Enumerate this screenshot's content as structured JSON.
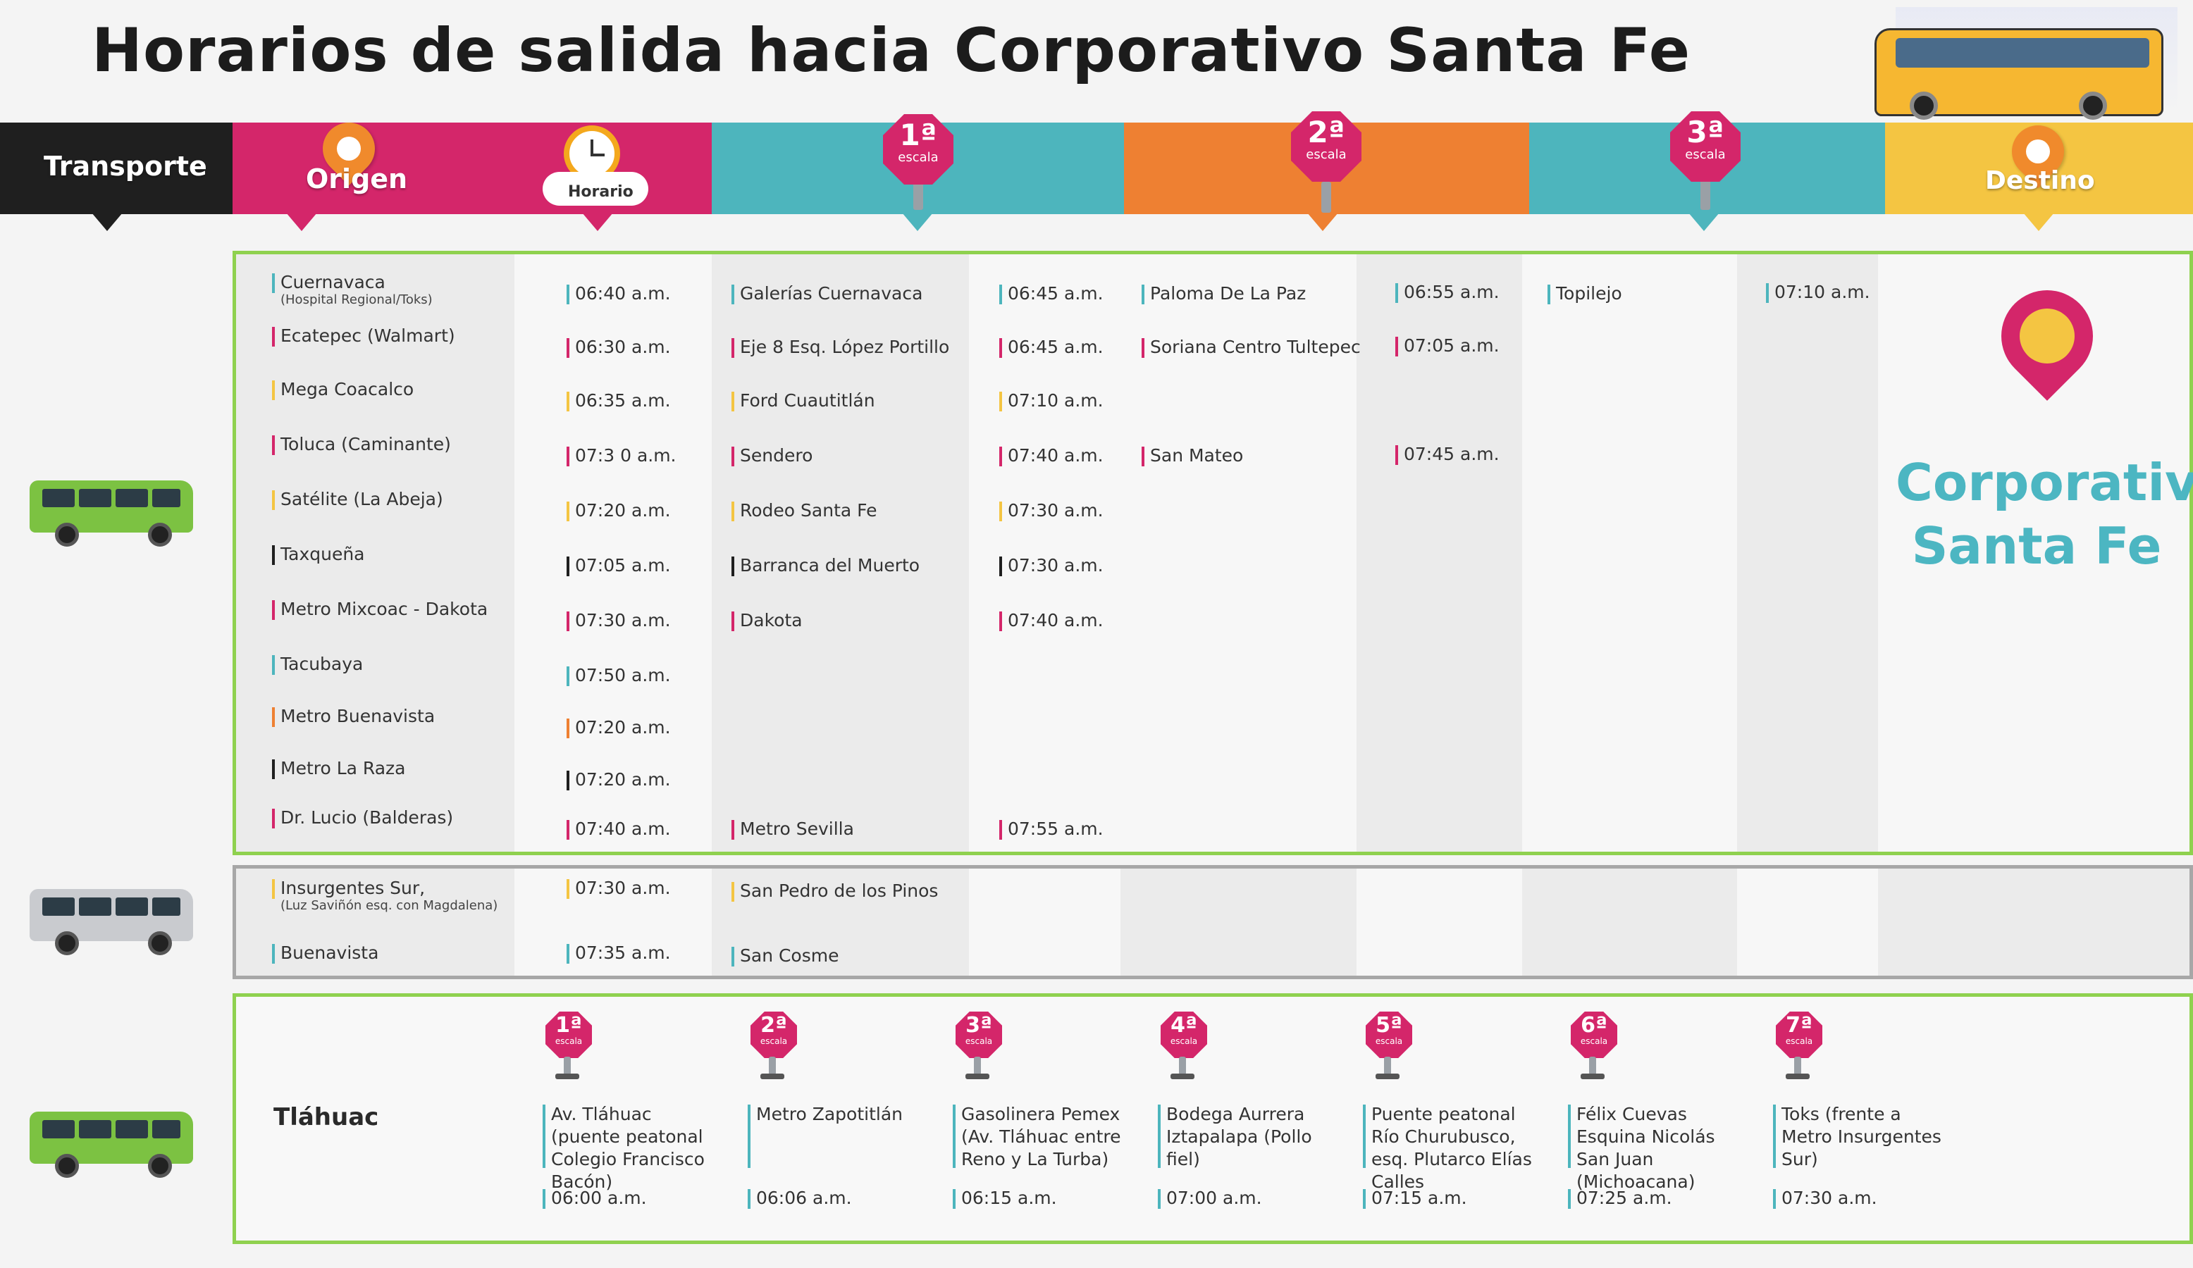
{
  "title": "Horarios de salida hacia Corporativo Santa Fe",
  "colors": {
    "magenta": "#d4266a",
    "teal": "#4db5bd",
    "orange": "#ee8032",
    "yellow": "#f4c542",
    "black": "#1f1f1f",
    "green": "#8fd14f",
    "gray": "#a7a7a7"
  },
  "header": {
    "transporte": "Transporte",
    "origen": "Origen",
    "horario": "Horario",
    "escala1": {
      "num": "1ª",
      "word": "escala"
    },
    "escala2": {
      "num": "2ª",
      "word": "escala"
    },
    "escala3": {
      "num": "3ª",
      "word": "escala"
    },
    "destino": "Destino"
  },
  "destination": {
    "line1": "Corporativo",
    "line2": "Santa Fe"
  },
  "green_routes": [
    {
      "origin": "Cuernavaca",
      "origin_sub": "(Hospital Regional/Toks)",
      "time": "06:40 a.m.",
      "s1": "Galerías Cuernavaca",
      "s1_time": "06:45 a.m.",
      "s2": "Paloma De La Paz",
      "s2_time": "06:55 a.m.",
      "s3": "Topilejo",
      "s3_time": "07:10 a.m.",
      "bar": "#4db5bd"
    },
    {
      "origin": "Ecatepec (Walmart)",
      "time": "06:30 a.m.",
      "s1": "Eje 8 Esq. López Portillo",
      "s1_time": "06:45 a.m.",
      "s2": "Soriana Centro Tultepec",
      "s2_time": "07:05 a.m.",
      "bar": "#d4266a"
    },
    {
      "origin": "Mega Coacalco",
      "time": "06:35 a.m.",
      "s1": "Ford Cuautitlán",
      "s1_time": "07:10 a.m.",
      "bar": "#f4c542"
    },
    {
      "origin": "Toluca (Caminante)",
      "time": "07:3 0 a.m.",
      "s1": "Sendero",
      "s1_time": "07:40 a.m.",
      "s2": "San Mateo",
      "s2_time": "07:45 a.m.",
      "bar": "#d4266a"
    },
    {
      "origin": "Satélite (La Abeja)",
      "time": "07:20 a.m.",
      "s1": "Rodeo Santa Fe",
      "s1_time": "07:30 a.m.",
      "bar": "#f4c542"
    },
    {
      "origin": "Taxqueña",
      "time": "07:05 a.m.",
      "s1": "Barranca del Muerto",
      "s1_time": "07:30 a.m.",
      "bar": "#1f1f1f"
    },
    {
      "origin": "Metro Mixcoac - Dakota",
      "time": "07:30 a.m.",
      "s1": "Dakota",
      "s1_time": "07:40 a.m.",
      "bar": "#d4266a"
    },
    {
      "origin": "Tacubaya",
      "time": "07:50 a.m.",
      "bar": "#4db5bd"
    },
    {
      "origin": "Metro Buenavista",
      "time": "07:20 a.m.",
      "bar": "#ee8032"
    },
    {
      "origin": "Metro La Raza",
      "time": "07:20 a.m.",
      "bar": "#1f1f1f"
    },
    {
      "origin": "Dr. Lucio (Balderas)",
      "time": "07:40 a.m.",
      "s1": "Metro Sevilla",
      "s1_time": "07:55 a.m.",
      "bar": "#d4266a"
    }
  ],
  "gray_routes": [
    {
      "origin": "Insurgentes Sur,",
      "origin_sub": "(Luz Saviñón esq. con Magdalena)",
      "time": "07:30 a.m.",
      "s1": "San Pedro de los Pinos",
      "bar": "#f4c542"
    },
    {
      "origin": "Buenavista",
      "time": "07:35 a.m.",
      "s1": "San Cosme",
      "bar": "#4db5bd"
    }
  ],
  "tlahuac": {
    "label": "Tláhuac",
    "stops": [
      {
        "num": "1ª",
        "word": "escala",
        "name": "Av. Tláhuac (puente peatonal Colegio Francisco Bacón)",
        "time": "06:00 a.m."
      },
      {
        "num": "2ª",
        "word": "escala",
        "name": "Metro Zapotitlán",
        "time": "06:06 a.m."
      },
      {
        "num": "3ª",
        "word": "escala",
        "name": "Gasolinera Pemex (Av. Tláhuac entre Reno y La Turba)",
        "time": "06:15 a.m."
      },
      {
        "num": "4ª",
        "word": "escala",
        "name": "Bodega Aurrera Iztapalapa (Pollo fiel)",
        "time": "07:00 a.m."
      },
      {
        "num": "5ª",
        "word": "escala",
        "name": "Puente peatonal Río Churubusco, esq. Plutarco Elías Calles",
        "time": "07:15 a.m."
      },
      {
        "num": "6ª",
        "word": "escala",
        "name": "Félix Cuevas Esquina Nicolás San Juan (Michoacana)",
        "time": "07:25 a.m."
      },
      {
        "num": "7ª",
        "word": "escala",
        "name": "Toks (frente a Metro Insurgentes Sur)",
        "time": "07:30 a.m."
      }
    ]
  }
}
